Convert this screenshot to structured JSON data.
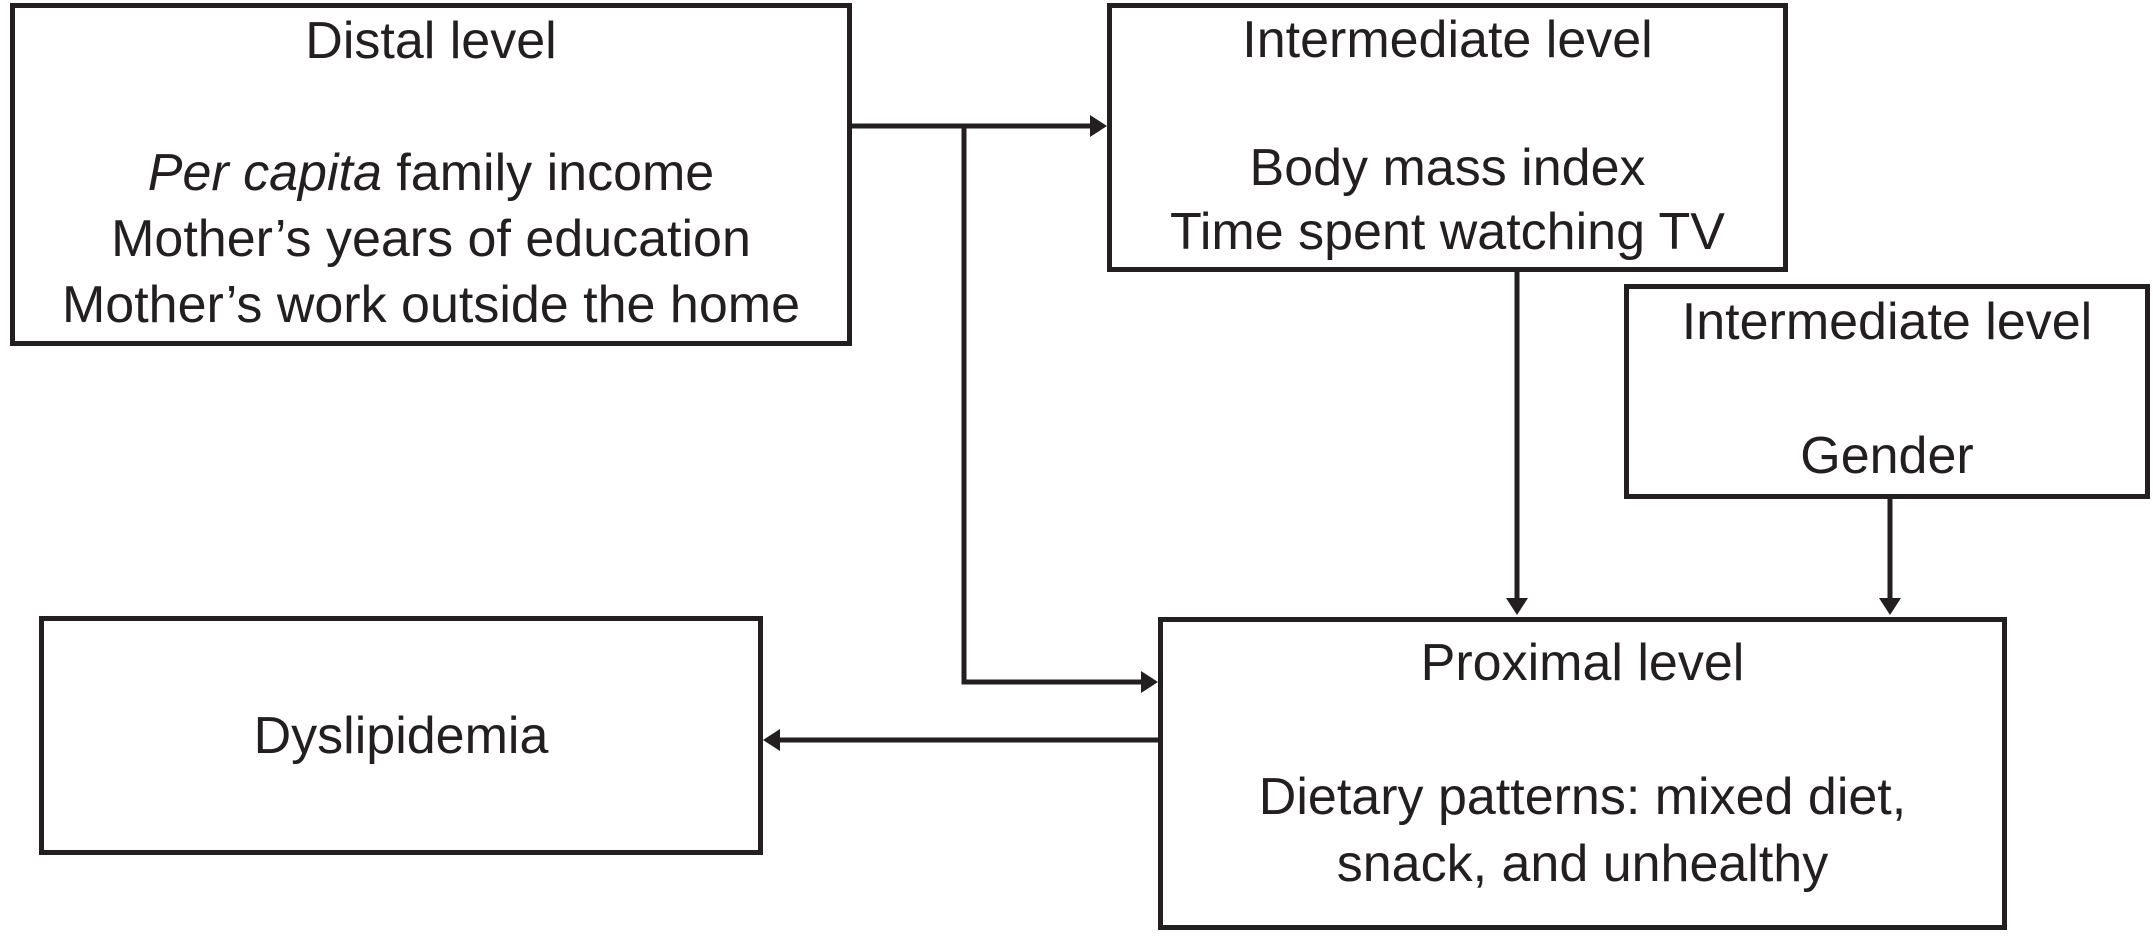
{
  "ink": "#231f20",
  "background": "#ffffff",
  "boxes": {
    "distal": {
      "title": "Distal level",
      "income_italic": "Per capita",
      "income_rest": " family income",
      "education_line": "Mother’s years of education",
      "work_line": "Mother’s work outside the home"
    },
    "intermediate_bmi_tv": {
      "title": "Intermediate level",
      "bmi_line": "Body mass index",
      "tv_line": "Time spent watching TV"
    },
    "intermediate_gender": {
      "title": "Intermediate level",
      "gender_line": "Gender"
    },
    "proximal": {
      "title": "Proximal level",
      "diet_line_1": "Dietary patterns: mixed diet,",
      "diet_line_2": "snack, and unhealthy"
    },
    "outcome": {
      "label": "Dyslipidemia"
    }
  },
  "arrows": [
    {
      "name": "distal-to-intermediate-bmi-tv",
      "from": "Distal level",
      "to": "Intermediate level (Body mass index / TV)"
    },
    {
      "name": "distal-to-proximal",
      "from": "Distal level",
      "to": "Proximal level"
    },
    {
      "name": "intermediate-bmi-tv-to-proximal",
      "from": "Intermediate level (Body mass index / TV)",
      "to": "Proximal level"
    },
    {
      "name": "intermediate-gender-to-proximal",
      "from": "Intermediate level (Gender)",
      "to": "Proximal level"
    },
    {
      "name": "proximal-to-dyslipidemia",
      "from": "Proximal level",
      "to": "Dyslipidemia"
    }
  ]
}
